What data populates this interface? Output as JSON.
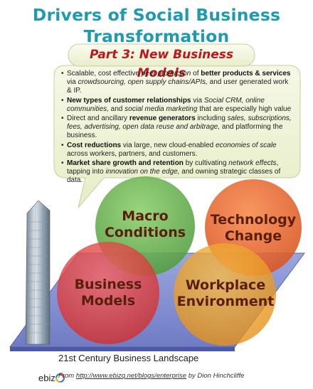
{
  "title_line1": "Drivers of Social Business",
  "title_line2": "Transformation",
  "part_title": "Part 3: New Business Models",
  "bullets": [
    {
      "bold_start": "",
      "text_start": "Scalable, cost effective ",
      "italic1": "peer production",
      "text_mid": " of ",
      "bold_mid": "better products & services",
      "text_end": " via ",
      "italic2": "crowdsourcing, open supply chains/APIs,",
      "text_tail": " and user generated work & IP."
    },
    {
      "bold_start": "New types of customer relationships",
      "text_start": " via ",
      "italic1": "Social CRM, online communities,",
      "text_mid": " and ",
      "bold_mid": "",
      "text_end": "",
      "italic2": "social media marketing",
      "text_tail": " that are especially high value"
    },
    {
      "bold_start": "",
      "text_start": "Direct and ancillary ",
      "italic1": "",
      "text_mid": "",
      "bold_mid": "revenue generators",
      "text_end": " including ",
      "italic2": "sales, subscriptions, fees, advertising, open data reuse and arbitrage,",
      "text_tail": " and platforming the business."
    },
    {
      "bold_start": "Cost reductions",
      "text_start": " via large, new cloud-enabled ",
      "italic1": "economies of scale",
      "text_mid": " across workers, partners, and customers.",
      "bold_mid": "",
      "text_end": "",
      "italic2": "",
      "text_tail": ""
    },
    {
      "bold_start": "Market share growth and retention",
      "text_start": " by cultivating ",
      "italic1": "network effects",
      "text_mid": ", tapping into ",
      "bold_mid": "",
      "text_end": "",
      "italic2": "innovation on the edge,",
      "text_tail": " and owning strategic classes of data."
    }
  ],
  "circles": {
    "macro": {
      "line1": "Macro",
      "line2": "Conditions",
      "color": "#5aa64a"
    },
    "technology": {
      "line1": "Technology",
      "line2": "Change",
      "color": "#e8612c"
    },
    "business": {
      "line1": "Business",
      "line2": "Models",
      "color": "#e23a3a"
    },
    "workplace": {
      "line1": "Workplace",
      "line2": "Environment",
      "color": "#f0a023"
    }
  },
  "landscape_label": "21st Century Business Landscape",
  "footer": {
    "logo_text": "ebiz",
    "from": "From ",
    "url": "http://www.ebizq.net/blogs/enterprise",
    "by": " by Dion Hinchcliffe"
  },
  "colors": {
    "title": "#1f9bb0",
    "part": "#c0151b",
    "callout_fill": "#eef3d8",
    "platform": "#8a97d4"
  }
}
